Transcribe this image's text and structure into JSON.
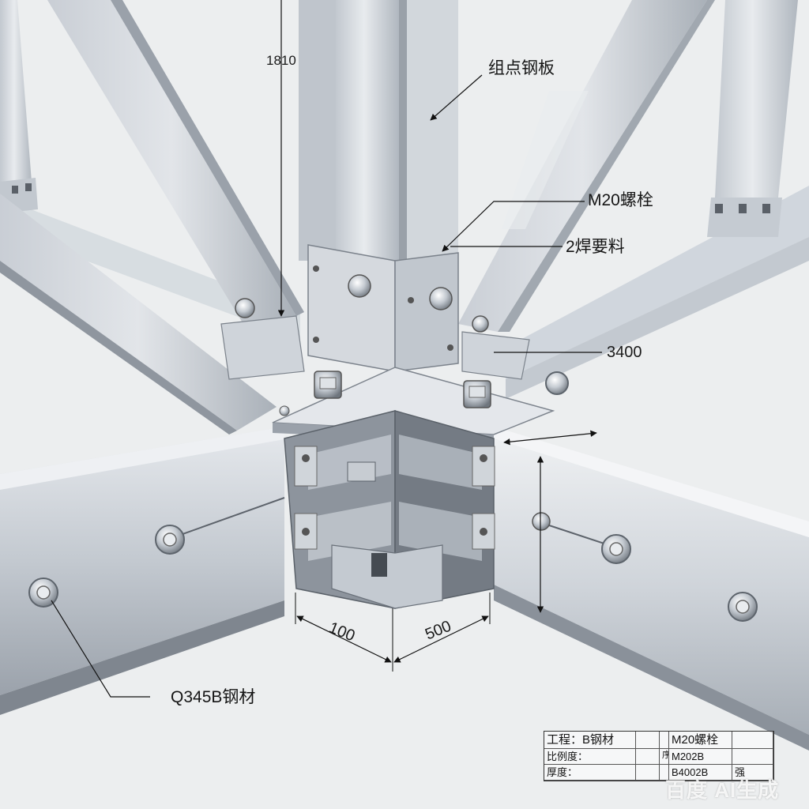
{
  "callouts": {
    "top_plate": "组点钢板",
    "bolt": "M20螺栓",
    "stiffener": "2焊要料",
    "material": "Q345B钢材"
  },
  "dimensions": {
    "vertical_top": "1810",
    "right_top": "3400",
    "bottom_left": "100",
    "bottom_right": "500"
  },
  "title_block": {
    "r1c1": "工程：B钢材",
    "r1c4": "M20螺栓",
    "r2c1": "比例度：",
    "r2c3": "序1",
    "r2c4": "M202B",
    "r3c1": "厚度：",
    "r3c4": "B4002B",
    "r3c5": "强"
  },
  "watermark": "百度 AI生成",
  "colors": {
    "steel_light": "#d8dde3",
    "steel_mid": "#b9c0c8",
    "steel_dark": "#8e959e",
    "background": "#eceeef"
  }
}
